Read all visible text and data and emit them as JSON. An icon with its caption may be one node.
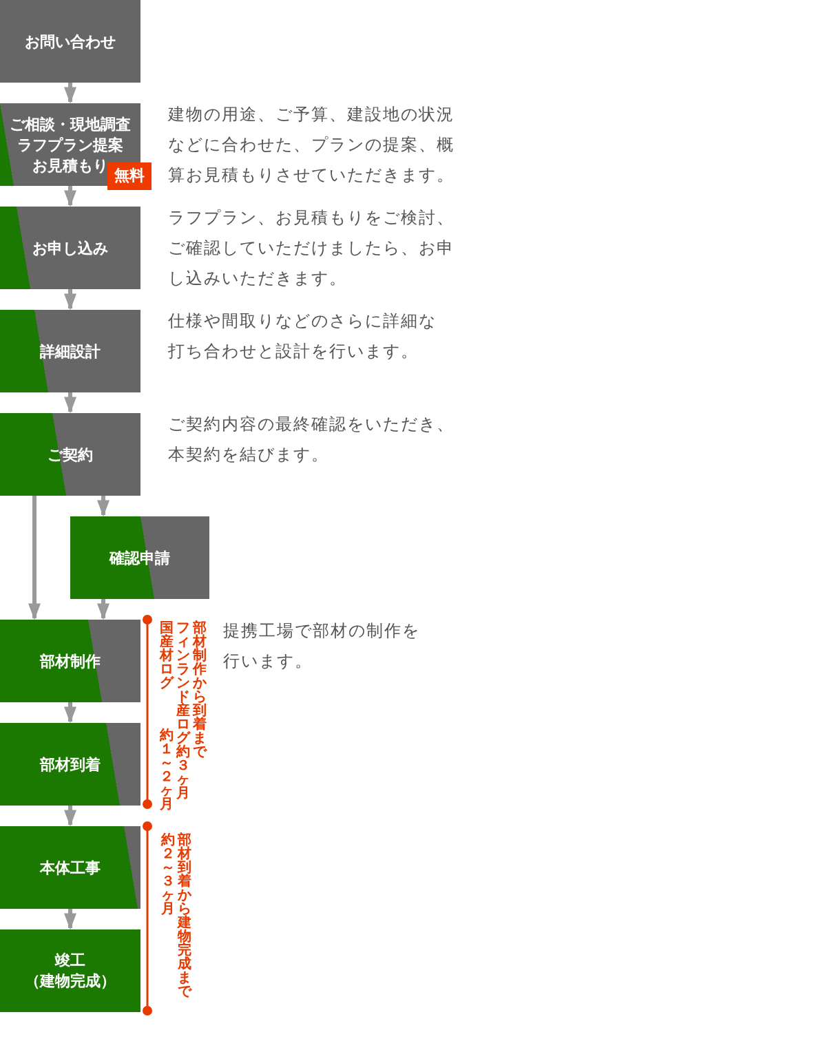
{
  "diagram": {
    "nodes": [
      {
        "text": [
          "お問い合わせ"
        ]
      },
      {
        "text": [
          "ご相談・現地調査",
          "ラフプラン提案",
          "お見積もり"
        ],
        "beside": [
          "建物の用途、ご予算、建設地の状況などに合わせた、プランの提案、概算お見積もりさせていただきます。"
        ]
      },
      {
        "text": [
          "お申し込み"
        ],
        "beside": [
          "ラフプラン、お見積もりをご検討、ご確認していただけましたら、お申し込みいただきます。"
        ]
      },
      {
        "text": [
          "詳細設計"
        ],
        "beside": [
          "仕様や間取りなどのさらに詳細な打ち合わせと設計を行います。"
        ]
      },
      {
        "text": [
          "ご契約"
        ],
        "beside": [
          "ご契約内容の最終確認をいただき、本契約を結びます。"
        ]
      },
      {
        "text": [
          "確認申請"
        ]
      },
      {
        "text": [
          "部材制作"
        ]
      },
      {
        "text": [
          "部材到着"
        ]
      },
      {
        "text": [
          "本体工事"
        ]
      },
      {
        "text": [
          "竣工（建物完成）"
        ]
      }
    ],
    "edges": [
      {
        "from": 0,
        "to": 1,
        "arrow": "to"
      },
      {
        "from": 1,
        "to": 2,
        "arrow": "to"
      },
      {
        "from": 2,
        "to": 3,
        "arrow": "to"
      },
      {
        "from": 3,
        "to": 4,
        "arrow": "to"
      },
      {
        "from": 4,
        "to": 5,
        "arrow": "to"
      },
      {
        "from": 4,
        "to": 6,
        "arrow": "to"
      },
      {
        "from": 5,
        "to": 6,
        "arrow": "to"
      },
      {
        "from": 6,
        "to": 7,
        "arrow": "to"
      },
      {
        "from": 7,
        "to": 8,
        "arrow": "to"
      },
      {
        "from": 8,
        "to": 9,
        "arrow": "to"
      }
    ],
    "labels": [
      "無料",
      "部材制作から到着まで",
      "フィンランド産ログ約３ヶ月",
      "国産材ログ",
      "約１～２ヶ月",
      "提携工場で部材の制作を行います。",
      "部材到着から建物完成まで",
      "約２～３ヶ月"
    ]
  }
}
